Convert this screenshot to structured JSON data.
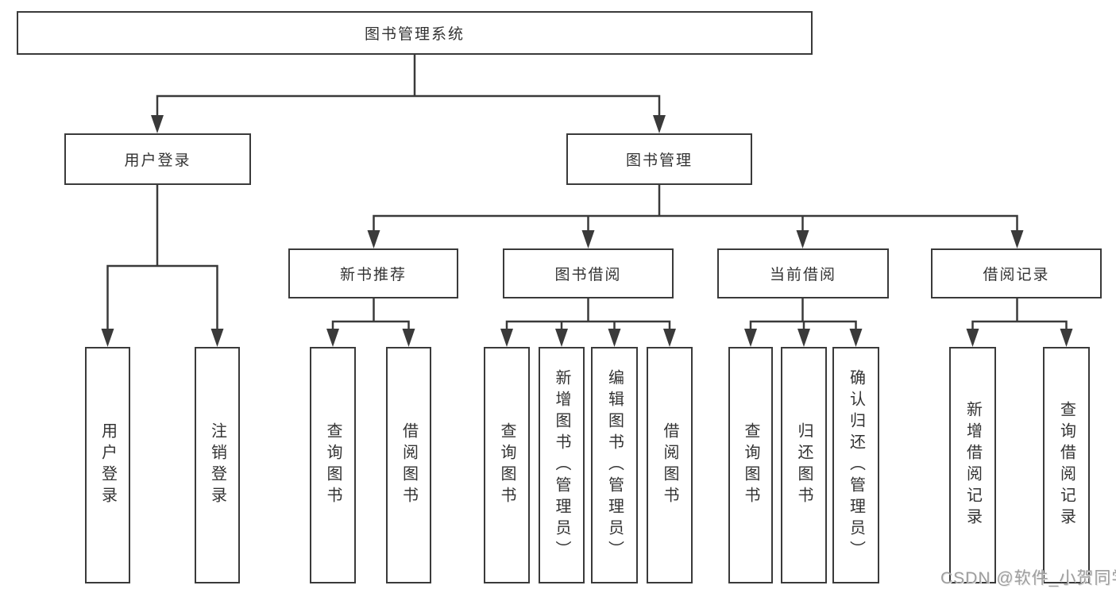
{
  "colors": {
    "line": "#3a3a3a",
    "box_border": "#3a3a3a",
    "text": "#333333",
    "background": "#ffffff",
    "watermark": "#9e9e9e"
  },
  "diagram": {
    "root": {
      "label": "图书管理系统"
    },
    "branches": [
      {
        "label": "用户登录",
        "children": [
          {
            "label": "用户登录"
          },
          {
            "label": "注销登录"
          }
        ]
      },
      {
        "label": "图书管理",
        "children": [
          {
            "label": "新书推荐",
            "children": [
              {
                "label": "查询图书"
              },
              {
                "label": "借阅图书"
              }
            ]
          },
          {
            "label": "图书借阅",
            "children": [
              {
                "label": "查询图书"
              },
              {
                "label": "新增图书（管理员）"
              },
              {
                "label": "编辑图书（管理员）"
              },
              {
                "label": "借阅图书"
              }
            ]
          },
          {
            "label": "当前借阅",
            "children": [
              {
                "label": "查询图书"
              },
              {
                "label": "归还图书"
              },
              {
                "label": "确认归还（管理员）"
              }
            ]
          },
          {
            "label": "借阅记录",
            "children": [
              {
                "label": "新增借阅记录"
              },
              {
                "label": "查询借阅记录"
              }
            ]
          }
        ]
      }
    ]
  },
  "watermark": {
    "text": "CSDN @软件_小贺同学"
  }
}
